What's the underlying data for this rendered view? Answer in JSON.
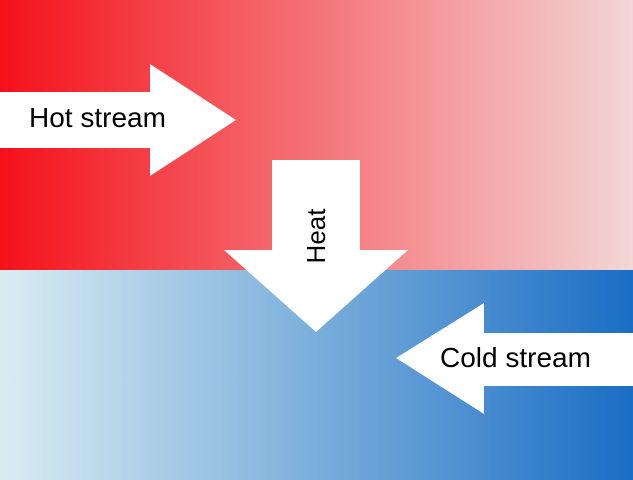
{
  "hot_stream": {
    "label": "Hot stream",
    "gradient_start": "#f5111a",
    "gradient_end": "#f3d6d6"
  },
  "cold_stream": {
    "label": "Cold stream",
    "gradient_start": "#daedf2",
    "gradient_end": "#1a6ec4"
  },
  "heat": {
    "label": "Heat"
  },
  "arrow_color": "#ffffff",
  "label_color": "#000000"
}
